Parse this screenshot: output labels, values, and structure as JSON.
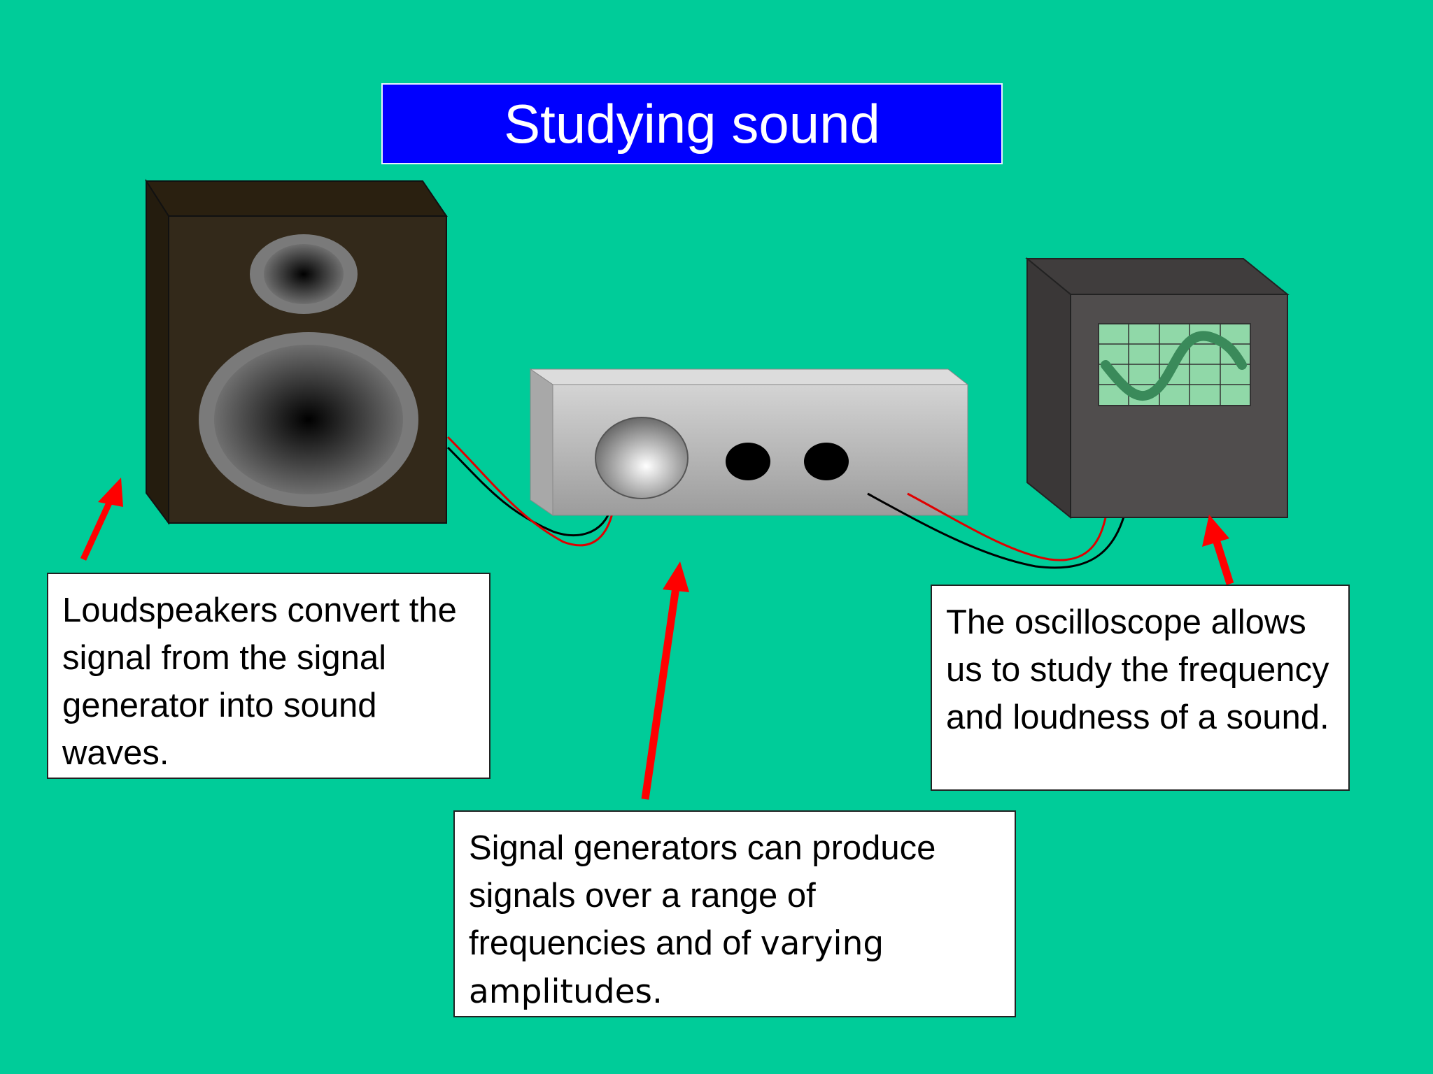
{
  "title": "Studying sound",
  "captions": {
    "speaker": "Loudspeakers convert the signal from the signal generator into sound waves.",
    "generator_main": "Signal generators can produce signals over a range of frequencies and of ",
    "generator_tail": "varying amplitudes.",
    "scope": "The oscilloscope allows us to study the frequency and loudness of a sound."
  },
  "colors": {
    "background": "#00cc99",
    "title_box": "#0000ff",
    "arrow": "#ff0000",
    "speaker_body": "#33291a",
    "generator_body": "#b8b8b8",
    "scope_body": "#504d4d",
    "scope_screen": "#90d8a8",
    "wave": "#3a8a5a"
  },
  "icons": [
    "loudspeaker-icon",
    "signal-generator-icon",
    "oscilloscope-icon"
  ]
}
